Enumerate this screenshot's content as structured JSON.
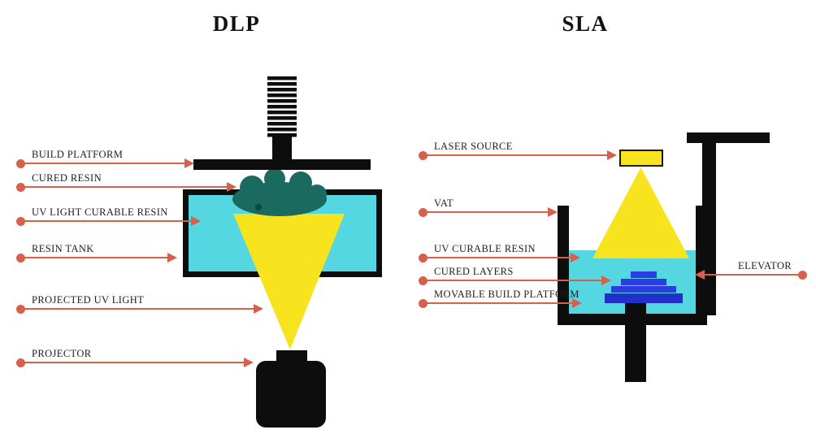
{
  "colors": {
    "accent": "#d6604c",
    "resin_cyan": "#55d7e2",
    "uv_yellow": "#f7e41f",
    "cured_teal": "#1a6a60",
    "cured_teal_dark": "#0a473f",
    "cured_blue": "#2b3ce0",
    "platform_navy": "#2130c8",
    "ink": "#0d0d0d"
  },
  "dlp": {
    "title": "DLP",
    "labels": [
      {
        "text": "BUILD PLATFORM"
      },
      {
        "text": "CURED RESIN"
      },
      {
        "text": "UV LIGHT CURABLE RESIN"
      },
      {
        "text": "RESIN TANK"
      },
      {
        "text": "PROJECTED UV LIGHT"
      },
      {
        "text": "PROJECTOR"
      }
    ]
  },
  "sla": {
    "title": "SLA",
    "labels": [
      {
        "text": "LASER SOURCE"
      },
      {
        "text": "VAT"
      },
      {
        "text": "UV CURABLE RESIN"
      },
      {
        "text": "CURED LAYERS"
      },
      {
        "text": "MOVABLE BUILD PLATFORM"
      },
      {
        "text": "ELEVATOR"
      }
    ]
  }
}
